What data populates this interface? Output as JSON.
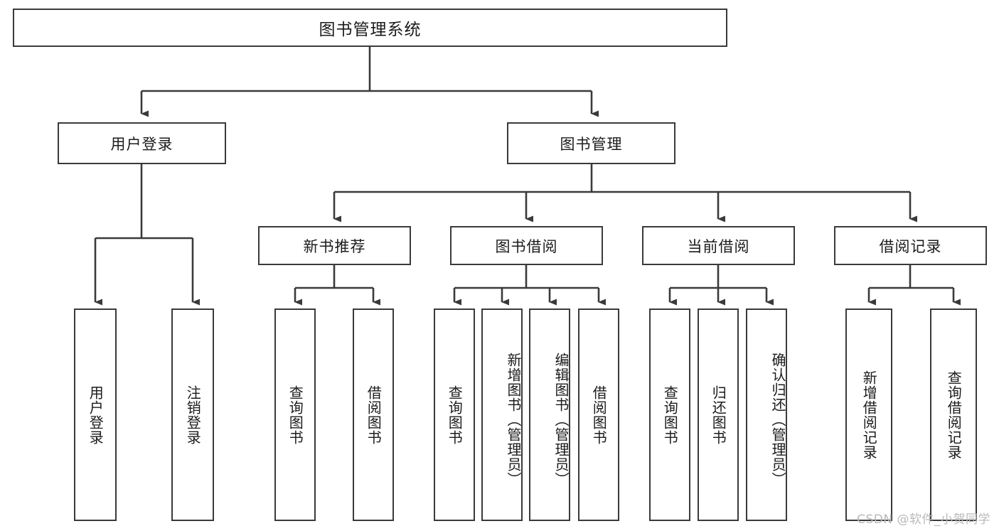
{
  "diagram": {
    "title": "图书管理系统",
    "type": "功能结构图",
    "watermark": "CSDN @软件_小贺同学",
    "colors": {
      "box_border": "#3a3a3a",
      "box_fill": "#ffffff",
      "connector": "#3a3a3a",
      "text": "#1b1b1b",
      "watermark": "#b9b9b9",
      "background": "#ffffff"
    },
    "root": {
      "label": "图书管理系统"
    },
    "level2": [
      {
        "label": "用户登录"
      },
      {
        "label": "图书管理"
      }
    ],
    "level3": [
      {
        "label": "新书推荐"
      },
      {
        "label": "图书借阅"
      },
      {
        "label": "当前借阅"
      },
      {
        "label": "借阅记录"
      }
    ],
    "leaves": {
      "user_login": [
        {
          "label": "用户登录"
        },
        {
          "label": "注销登录"
        }
      ],
      "new_book_recommend": [
        {
          "label": "查询图书"
        },
        {
          "label": "借阅图书"
        }
      ],
      "book_borrow": [
        {
          "label": "查询图书"
        },
        {
          "label": "新增图书（管理员）"
        },
        {
          "label": "编辑图书（管理员）"
        },
        {
          "label": "借阅图书"
        }
      ],
      "current_borrow": [
        {
          "label": "查询图书"
        },
        {
          "label": "归还图书"
        },
        {
          "label": "确认归还（管理员）"
        }
      ],
      "borrow_record": [
        {
          "label": "新增借阅记录"
        },
        {
          "label": "查询借阅记录"
        }
      ]
    }
  }
}
